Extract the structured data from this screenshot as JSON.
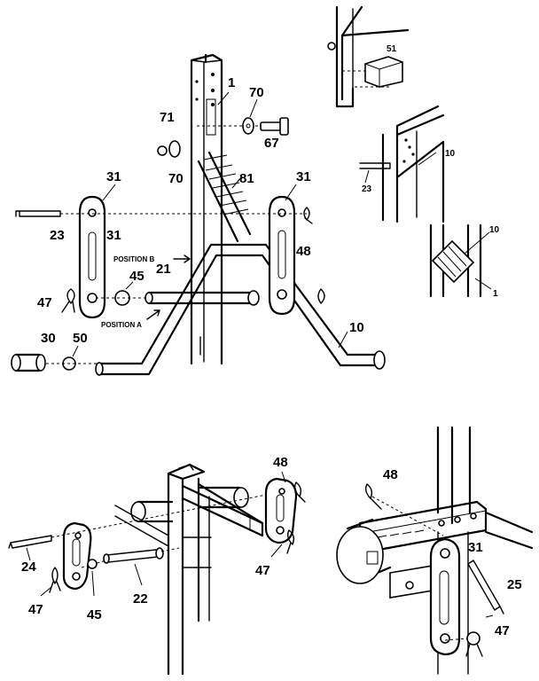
{
  "labels": {
    "l1": "1",
    "l70a": "70",
    "l71": "71",
    "l70b": "70",
    "l67": "67",
    "l81": "81",
    "l31a": "31",
    "l31b": "31",
    "l31c": "31",
    "l23": "23",
    "l48": "48",
    "posB": "POSITION B",
    "l45": "45",
    "l21": "21",
    "l47": "47",
    "posA": "POSITION A",
    "l30": "30",
    "l50": "50",
    "l10": "10",
    "d1_51": "51",
    "d2_10": "10",
    "d2_23": "23",
    "d3_10": "10",
    "d3_1": "1",
    "b_48": "48",
    "b_24": "24",
    "b_47a": "47",
    "b_47b": "47",
    "b_45": "45",
    "b_22": "22",
    "c_48": "48",
    "c_31": "31",
    "c_25": "25",
    "c_47": "47"
  }
}
